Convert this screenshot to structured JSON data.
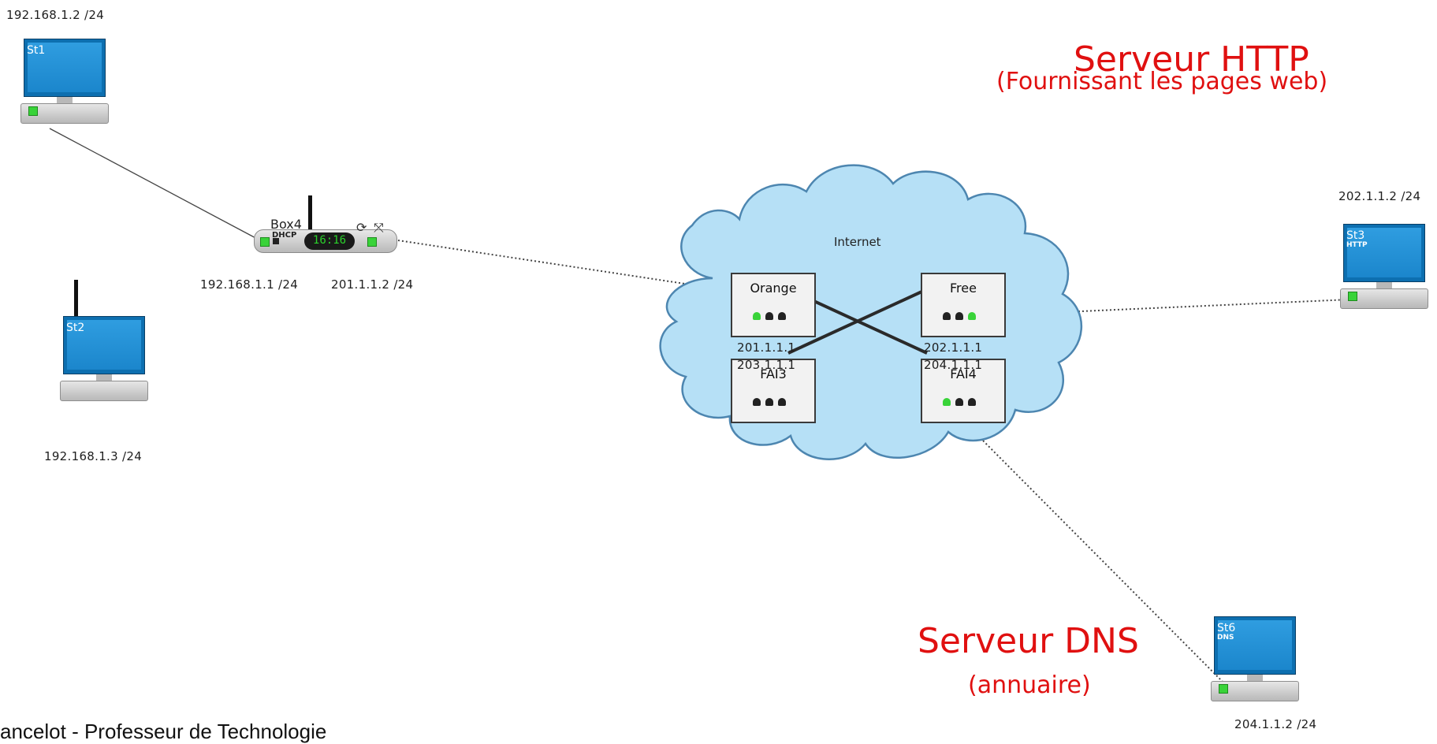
{
  "stations": {
    "st1": {
      "name": "St1",
      "ip": "192.168.1.2 /24"
    },
    "st2": {
      "name": "St2",
      "ip": "192.168.1.3 /24"
    },
    "st3": {
      "name": "St3",
      "service": "HTTP",
      "ip": "202.1.1.2 /24"
    },
    "st6": {
      "name": "St6",
      "service": "DNS",
      "ip": "204.1.1.2 /24"
    }
  },
  "box4": {
    "name": "Box4",
    "service": "DHCP",
    "display": "16:16",
    "ip_lan": "192.168.1.1 /24",
    "ip_wan": "201.1.1.2 /24"
  },
  "internet": {
    "label": "Internet",
    "routers": {
      "orange": {
        "name": "Orange",
        "ip": "201.1.1.1"
      },
      "free": {
        "name": "Free",
        "ip": "202.1.1.1"
      },
      "fai3": {
        "name": "FAI3",
        "ip": "203.1.1.1"
      },
      "fai4": {
        "name": "FAI4",
        "ip": "204.1.1.1"
      }
    }
  },
  "annotations": {
    "http_title": "Serveur HTTP",
    "http_sub": "(Fournissant les pages web)",
    "dns_title": "Serveur DNS",
    "dns_sub": "(annuaire)"
  },
  "footer": "ancelot - Professeur de Technologie",
  "colors": {
    "annotation": "#e01010",
    "cloud_fill": "#b6e0f6",
    "cloud_stroke": "#4d86b0",
    "screen": "#1b86cc",
    "led_on": "#39d339"
  },
  "icons": {
    "refresh": "refresh-icon",
    "expand": "expand-icon"
  }
}
